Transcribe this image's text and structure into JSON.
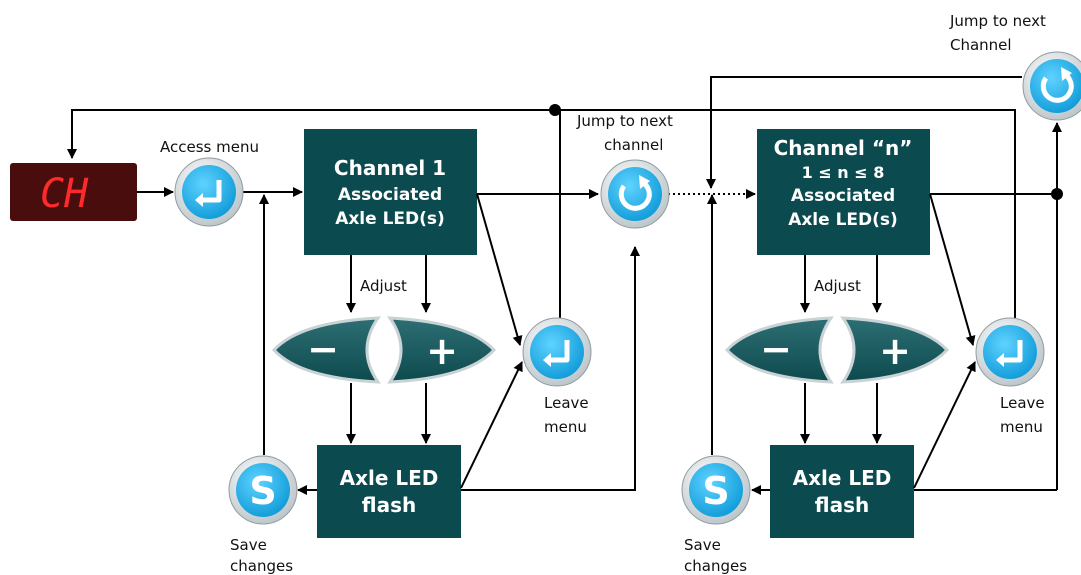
{
  "display": {
    "text": "CH"
  },
  "labels": {
    "access_menu": "Access menu",
    "jump_next_1": [
      "Jump to next",
      "channel"
    ],
    "jump_next_2": [
      "Jump to next",
      "Channel"
    ],
    "adjust_1": "Adjust",
    "adjust_2": "Adjust",
    "leave_1": [
      "Leave",
      "menu"
    ],
    "leave_2": [
      "Leave",
      "menu"
    ],
    "save_1": [
      "Save",
      "changes"
    ],
    "save_2": [
      "Save",
      "changes"
    ]
  },
  "boxes": {
    "channel1": [
      "Channel 1",
      "Associated",
      "Axle LED(s)"
    ],
    "channeln": [
      "Channel “n”",
      "1 ≤ n ≤ 8",
      "Associated",
      "Axle LED(s)"
    ],
    "flash1": [
      "Axle LED",
      "flash"
    ],
    "flash2": [
      "Axle LED",
      "flash"
    ]
  },
  "buttons": {
    "minus": "−",
    "plus": "+",
    "save": "S"
  },
  "colors": {
    "box": "#0b4a4f",
    "button_ring": "#cfd6d9",
    "button_fill": "#22b7ec",
    "display_bg": "#4a0d0d",
    "segment": "#ff2a2a"
  }
}
